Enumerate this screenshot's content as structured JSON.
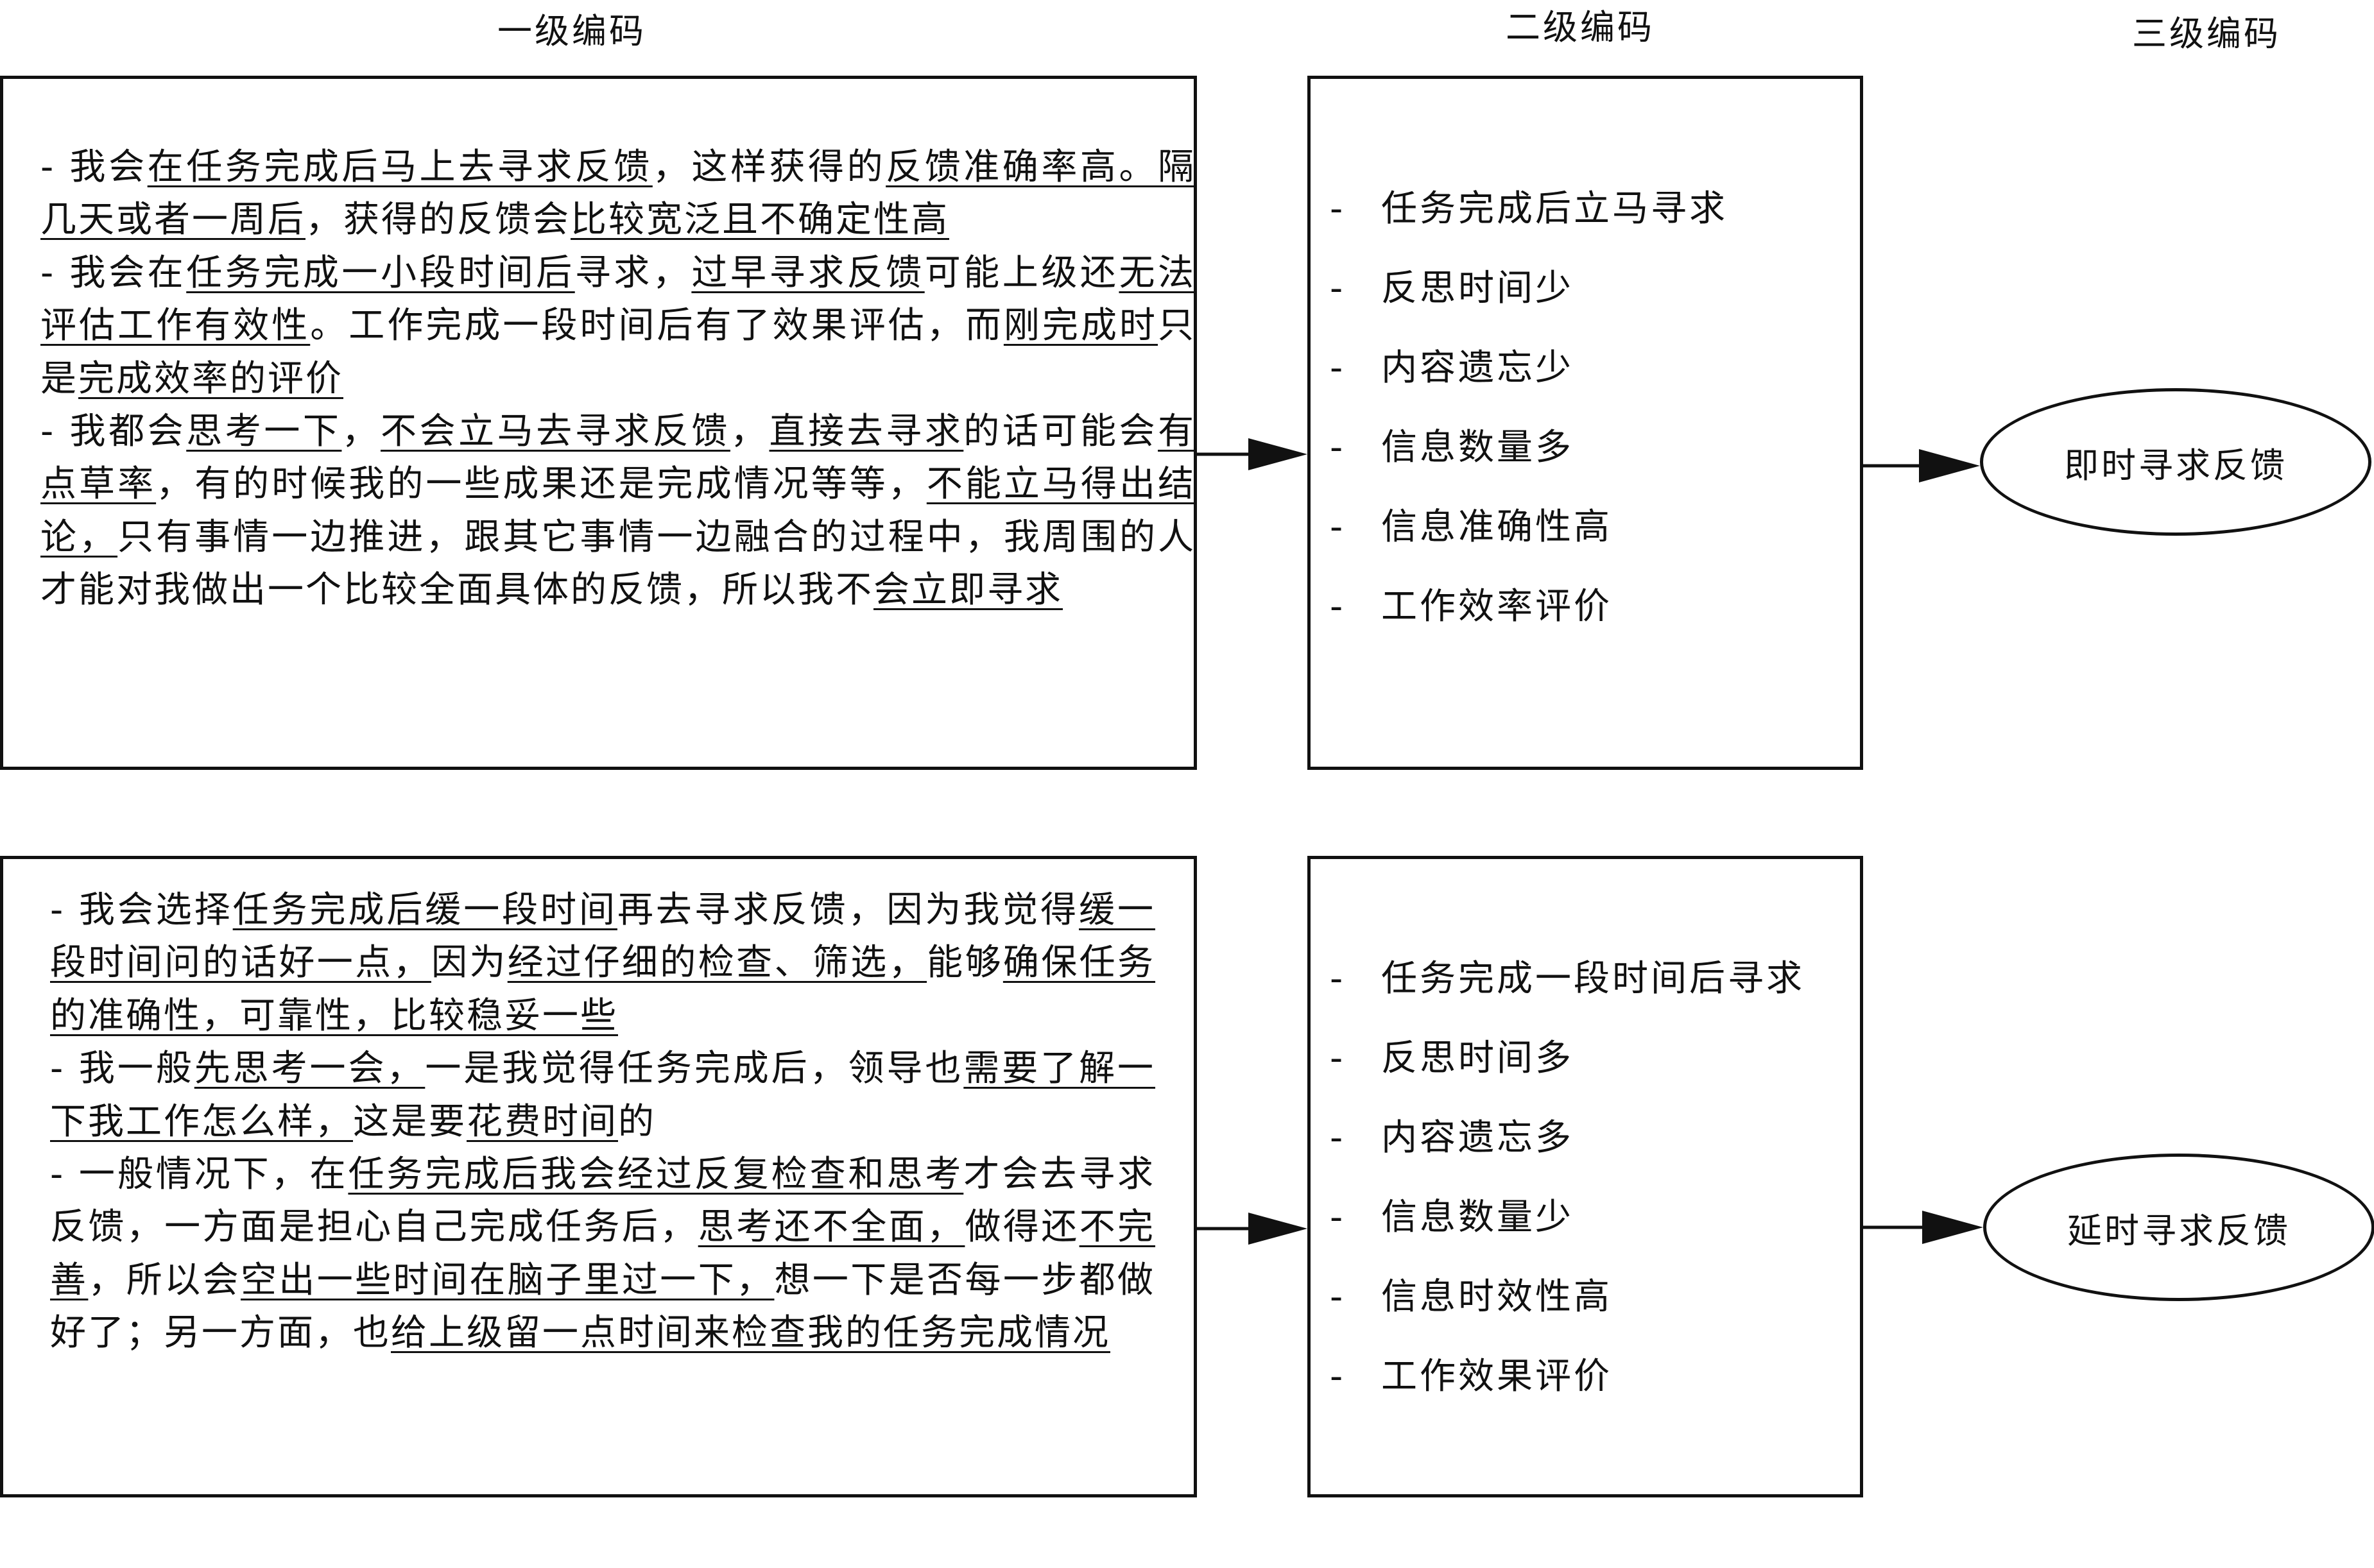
{
  "headers": {
    "level1": "一级编码",
    "level2": "二级编码",
    "level3": "三级编码"
  },
  "groups": [
    {
      "level1_text": [
        [
          {
            "t": "- 我会"
          },
          {
            "t": "在任务完成后马上去寻求反馈",
            "u": true
          },
          {
            "t": "，这样获得的"
          },
          {
            "t": "反馈准确率高。",
            "u": true
          },
          {
            "t": "隔几天或者一周后",
            "u": true
          },
          {
            "t": "，获得的反馈会"
          },
          {
            "t": "比较宽泛且不确定性高",
            "u": true
          }
        ],
        [
          {
            "t": "- 我会在"
          },
          {
            "t": "任务完成一小段时间后",
            "u": true
          },
          {
            "t": "寻求，"
          },
          {
            "t": "过早寻求反馈",
            "u": true
          },
          {
            "t": "可能上级还"
          },
          {
            "t": "无法评估工作有效性",
            "u": true
          },
          {
            "t": "。工作完成一段时间后有了效果评估，而"
          },
          {
            "t": "刚完成时",
            "u": true
          },
          {
            "t": "只是"
          },
          {
            "t": "完成效率的评价",
            "u": true
          }
        ],
        [
          {
            "t": "- 我都会"
          },
          {
            "t": "思考一下",
            "u": true
          },
          {
            "t": "，"
          },
          {
            "t": "不会立马去寻求反馈",
            "u": true
          },
          {
            "t": "，"
          },
          {
            "t": "直接去寻求",
            "u": true
          },
          {
            "t": "的话可能会"
          },
          {
            "t": "有点草率",
            "u": true
          },
          {
            "t": "，有的时候我的一些成果还是完成情况等等，"
          },
          {
            "t": "不能立马得出结论，",
            "u": true
          },
          {
            "t": "只有事情一边推进，跟其它事情一边融合的过程中，我周围的人才能对我做出一个比较全面具体的反馈，所以我不"
          },
          {
            "t": "会立即寻求",
            "u": true
          }
        ]
      ],
      "level2_codes": [
        "任务完成后立马寻求",
        "反思时间少",
        "内容遗忘少",
        "信息数量多",
        "信息准确性高",
        "工作效率评价"
      ],
      "level3": "即时寻求反馈"
    },
    {
      "level1_text": [
        [
          {
            "t": "- 我会选择"
          },
          {
            "t": "任务完成后缓一段时间",
            "u": true
          },
          {
            "t": "再去寻求反馈，因为我觉得"
          },
          {
            "t": "缓一段时间问的话好一点，",
            "u": true
          },
          {
            "t": "因为"
          },
          {
            "t": "经过仔细的检查、筛选，",
            "u": true
          },
          {
            "t": "能够"
          },
          {
            "t": "确保任务的准确性，可靠性，比较稳妥一些",
            "u": true
          }
        ],
        [
          {
            "t": "- 我一般"
          },
          {
            "t": "先思考一会，",
            "u": true
          },
          {
            "t": "一是我觉得任务完成后，领导也"
          },
          {
            "t": "需要了解一下我工作怎么样，",
            "u": true
          },
          {
            "t": "这是要"
          },
          {
            "t": "花费时间",
            "u": true
          },
          {
            "t": "的"
          }
        ],
        [
          {
            "t": "- 一般情况下，在"
          },
          {
            "t": "任务完成后我会经过反复检查和思考",
            "u": true
          },
          {
            "t": "才会去寻求反馈，一方面是担心自己完成任务后，"
          },
          {
            "t": "思考还不全面，",
            "u": true
          },
          {
            "t": "做得还"
          },
          {
            "t": "不完善",
            "u": true
          },
          {
            "t": "，所以会"
          },
          {
            "t": "空出一些时间在脑子里过一下，",
            "u": true
          },
          {
            "t": "想一下是否每一步都做好了；另一方面，也"
          },
          {
            "t": "给上级留一点时间来检查我的任务完成情况",
            "u": true
          }
        ]
      ],
      "level2_codes": [
        "任务完成一段时间后寻求",
        "反思时间多",
        "内容遗忘多",
        "信息数量少",
        "信息时效性高",
        "工作效果评价"
      ],
      "level3": "延时寻求反馈"
    }
  ]
}
